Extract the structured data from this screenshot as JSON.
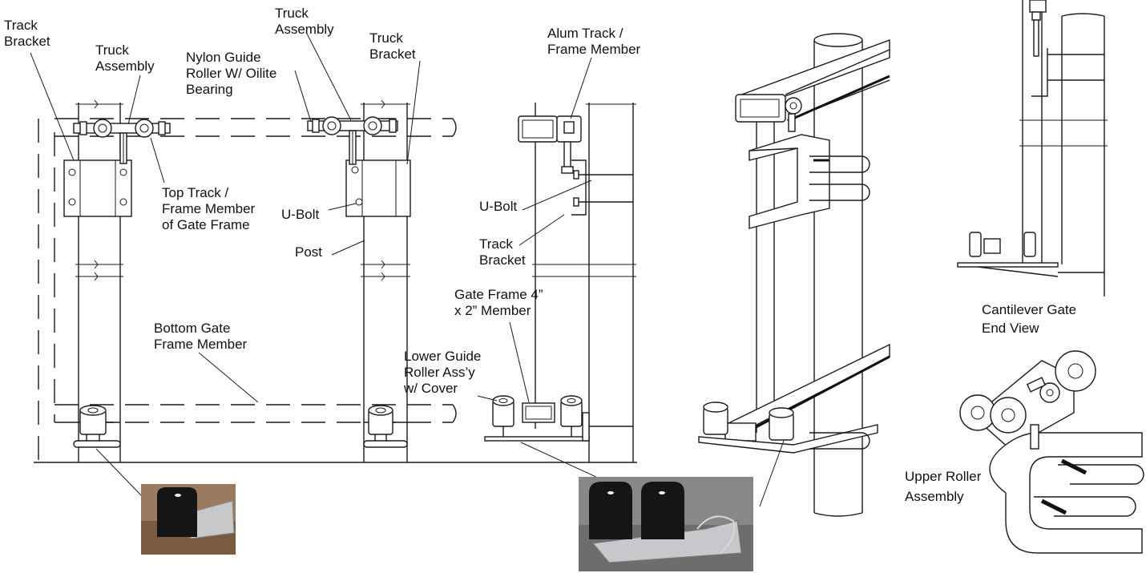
{
  "labels": {
    "track_bracket_left": [
      "Track",
      "Bracket"
    ],
    "truck_assembly_left": [
      "Truck",
      "Assembly"
    ],
    "nylon_guide_roller": [
      "Nylon Guide",
      "Roller W/ Oilite",
      "Bearing"
    ],
    "truck_assembly_mid": [
      "Truck",
      "Assembly"
    ],
    "truck_bracket_mid": [
      "Truck",
      "Bracket"
    ],
    "top_track": [
      "Top Track /",
      "Frame Member",
      "of Gate Frame"
    ],
    "u_bolt_mid": "U-Bolt",
    "post": "Post",
    "bottom_gate_frame": [
      "Bottom Gate",
      "Frame Member"
    ],
    "alum_track": [
      "Alum Track /",
      "Frame Member"
    ],
    "u_bolt_side": "U-Bolt",
    "track_bracket_side": [
      "Track",
      "Bracket"
    ],
    "gate_frame_member": [
      "Gate Frame  4”",
      "x 2” Member"
    ],
    "lower_guide_roller": [
      "Lower Guide",
      "Roller Ass’y",
      "w/ Cover"
    ],
    "cantilever_end_view": [
      "Cantilever Gate",
      "End View"
    ],
    "upper_roller_assembly": [
      "Upper Roller",
      "Assembly"
    ]
  },
  "colors": {
    "line": "#1a1a1a",
    "photo_bg_1": "#9a7a5e",
    "photo_bg_2": "#8a8886",
    "roller_black": "#151515"
  }
}
